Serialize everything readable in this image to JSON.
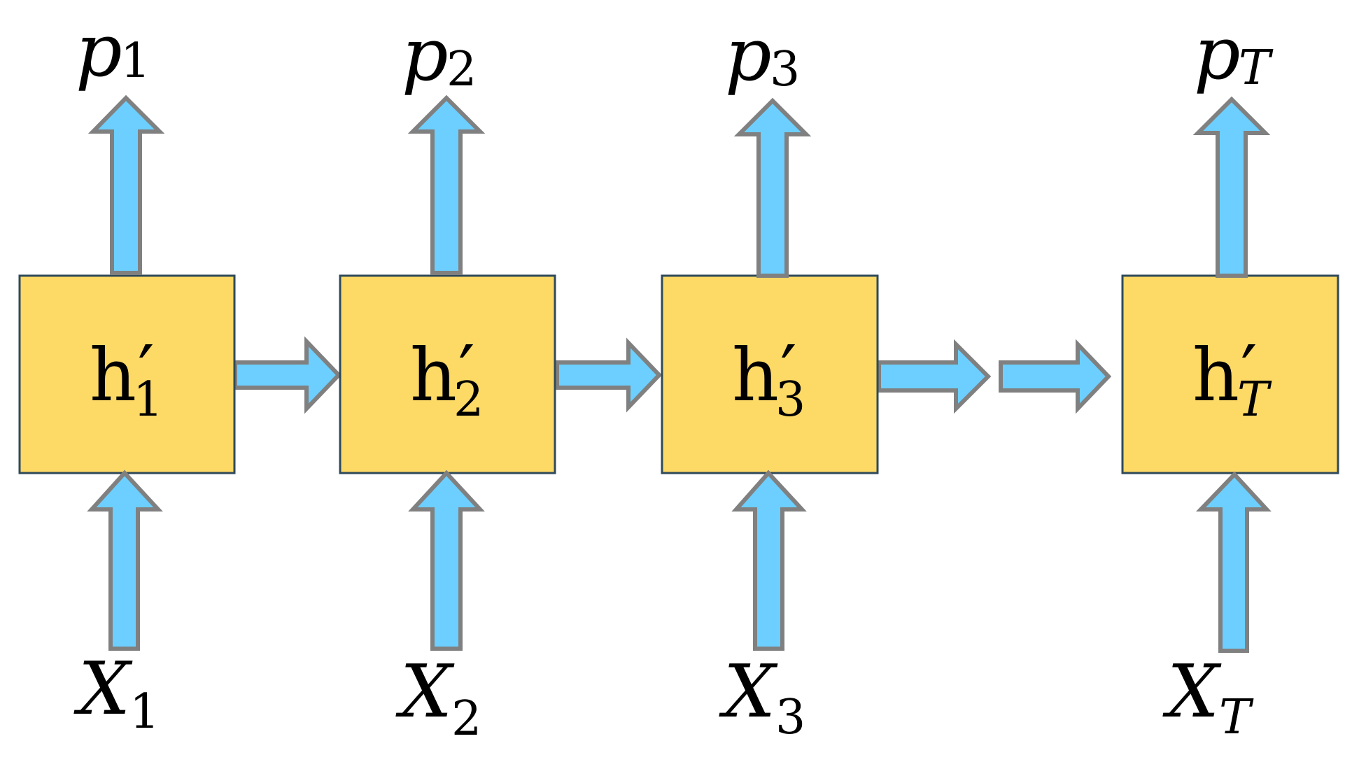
{
  "colors": {
    "cell_fill": "#FDD966",
    "cell_stroke": "#2F4A5A",
    "arrow_fill": "#6CCFFF",
    "arrow_stroke": "#808080"
  },
  "cells": [
    {
      "h": "h",
      "prime": "′",
      "sub": "1",
      "sub_italic": false,
      "output": "p",
      "output_sub": "1",
      "output_sub_italic": false,
      "input": "X",
      "input_sub": "1",
      "input_sub_italic": false
    },
    {
      "h": "h",
      "prime": "′",
      "sub": "2",
      "sub_italic": false,
      "output": "p",
      "output_sub": "2",
      "output_sub_italic": false,
      "input": "X",
      "input_sub": "2",
      "input_sub_italic": false
    },
    {
      "h": "h",
      "prime": "′",
      "sub": "3",
      "sub_italic": false,
      "output": "p",
      "output_sub": "3",
      "output_sub_italic": false,
      "input": "X",
      "input_sub": "3",
      "input_sub_italic": false
    },
    {
      "h": "h",
      "prime": "′",
      "sub": "T",
      "sub_italic": true,
      "output": "p",
      "output_sub": "T",
      "output_sub_italic": true,
      "input": "X",
      "input_sub": "T",
      "input_sub_italic": true
    }
  ]
}
